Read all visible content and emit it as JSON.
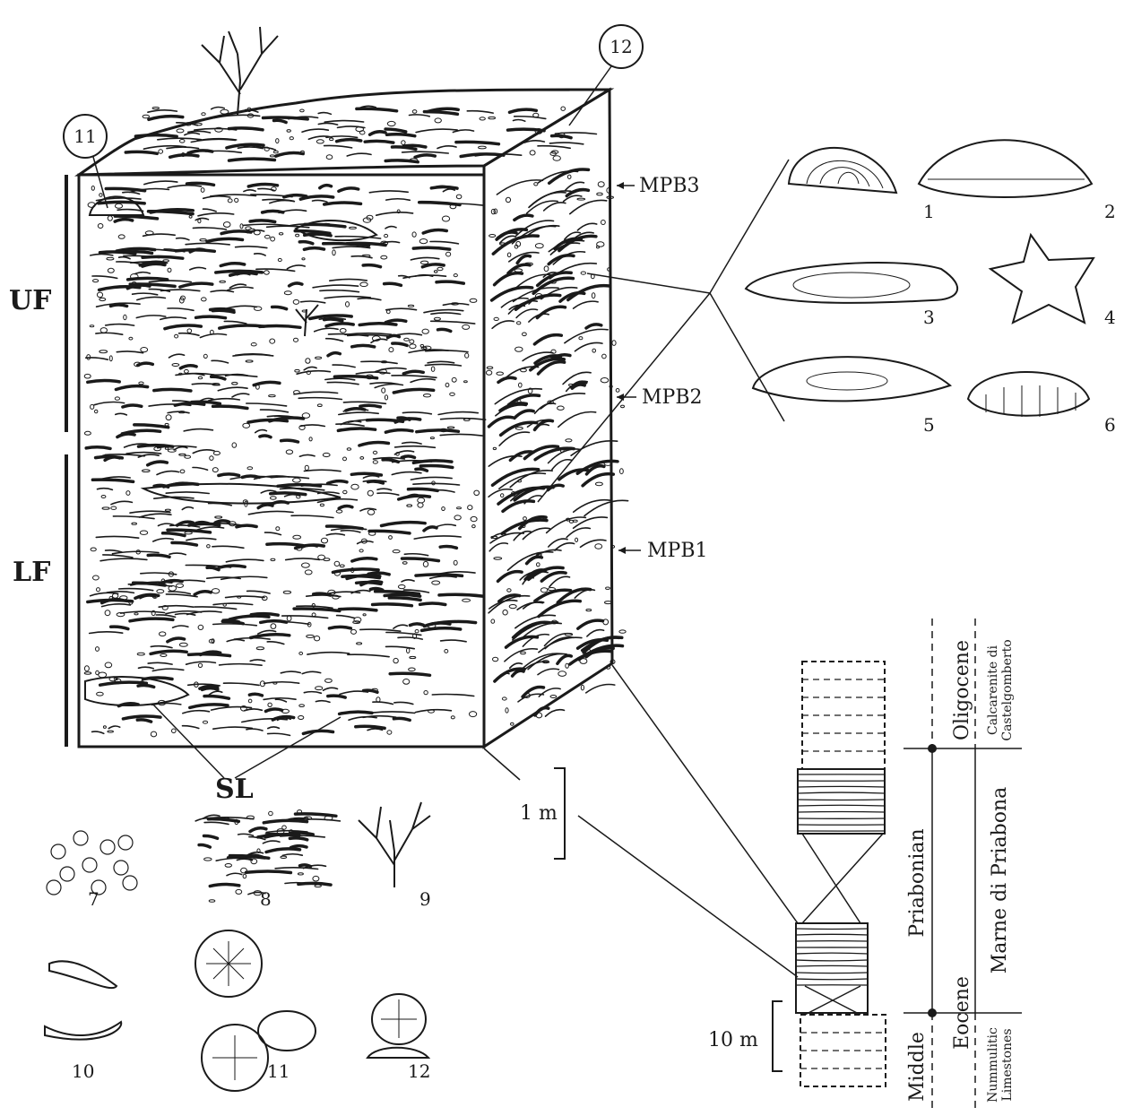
{
  "block": {
    "units": {
      "upper": "UF",
      "lower": "LF",
      "sl": "SL"
    },
    "markers": [
      "MPB3",
      "MPB2",
      "MPB1"
    ],
    "circled": [
      "11",
      "12"
    ],
    "scale_1m": "1 m"
  },
  "fossils_top": [
    "1",
    "2",
    "3",
    "4",
    "5",
    "6"
  ],
  "fossils_bottom": [
    "7",
    "8",
    "9",
    "10",
    "11",
    "12"
  ],
  "column": {
    "scale_10m": "10 m",
    "epochs": {
      "oligocene": "Oligocene",
      "eocene": "Eocene"
    },
    "stages": {
      "priabonian": "Priabonian",
      "middle": "Middle"
    },
    "formations": {
      "castelgomberto_line1": "Calcarenite di",
      "castelgomberto_line2": "Castelgomberto",
      "priabona": "Marne di Priabona",
      "nummulitic_line1": "Nummulitic",
      "nummulitic_line2": "Limestones"
    }
  }
}
